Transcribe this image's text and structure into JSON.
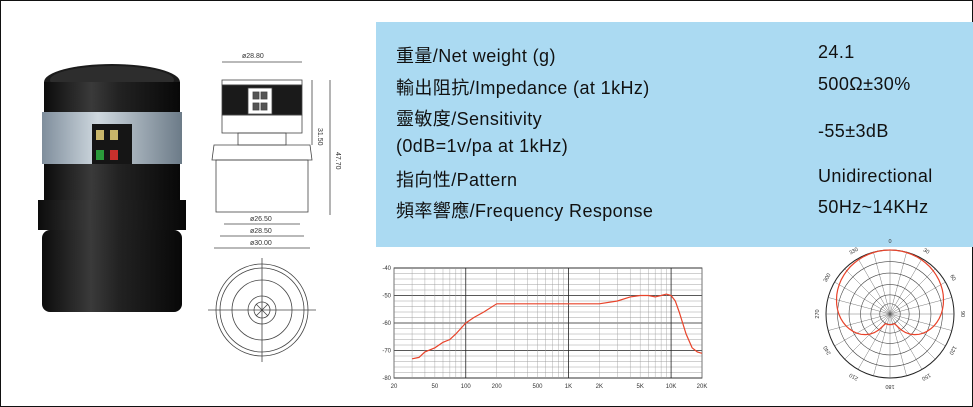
{
  "specs": [
    {
      "label": "重量/Net weight (g)",
      "value": "24.1"
    },
    {
      "label": "輸出阻抗/Impedance (at 1kHz)",
      "value": "500Ω±30%"
    },
    {
      "label": "靈敏度/Sensitivity",
      "value": ""
    },
    {
      "label": "(0dB=1v/pa at 1kHz)",
      "value": "-55±3dB"
    },
    {
      "label": "指向性/Pattern",
      "value": "Unidirectional"
    },
    {
      "label": "頻率響應/Frequency Response",
      "value": "50Hz~14KHz"
    }
  ],
  "drawing": {
    "dim_top": "ø28.80",
    "dim_height_a": "31.50",
    "dim_height_b": "47.70",
    "dim_bottom_1": "ø26.50",
    "dim_bottom_2": "ø28.50",
    "dim_bottom_3": "ø30.00"
  },
  "colors": {
    "panel": "#abdaf2",
    "curve": "#e8432a"
  },
  "chart_data": [
    {
      "type": "line",
      "title": "",
      "xlabel": "",
      "ylabel": "",
      "x_scale": "log",
      "xlim": [
        20,
        20000
      ],
      "ylim": [
        -80,
        -40
      ],
      "x_ticks": [
        "20",
        "50",
        "100",
        "200",
        "500",
        "1K",
        "2K",
        "5K",
        "10K",
        "20K"
      ],
      "y_ticks": [
        "-40",
        "-50",
        "-60",
        "-70",
        "-80"
      ],
      "grid": true,
      "x": [
        30,
        35,
        40,
        50,
        60,
        70,
        80,
        100,
        120,
        150,
        200,
        300,
        500,
        1000,
        2000,
        3000,
        4000,
        5000,
        6000,
        7000,
        8000,
        9000,
        10000,
        11000,
        12000,
        14000,
        16000,
        18000,
        20000
      ],
      "y": [
        -73,
        -72.5,
        -70.5,
        -69,
        -67,
        -66,
        -64,
        -60,
        -58,
        -56,
        -53,
        -53,
        -53,
        -53,
        -53,
        -52,
        -50.5,
        -50,
        -50,
        -50.5,
        -50,
        -49.5,
        -50,
        -52,
        -56,
        -64,
        -69,
        -70.5,
        -71
      ]
    },
    {
      "type": "polar",
      "title": "",
      "angle_ticks": [
        "0",
        "30",
        "60",
        "90",
        "120",
        "150",
        "180",
        "210",
        "240",
        "270",
        "300",
        "330"
      ],
      "pattern": "cardioid",
      "angles_deg": [
        0,
        30,
        60,
        90,
        120,
        150,
        180,
        210,
        240,
        270,
        300,
        330
      ],
      "relative_db": [
        0,
        -1,
        -2.5,
        -6,
        -10,
        -15,
        -25,
        -15,
        -10,
        -6,
        -2.5,
        -1
      ]
    }
  ]
}
